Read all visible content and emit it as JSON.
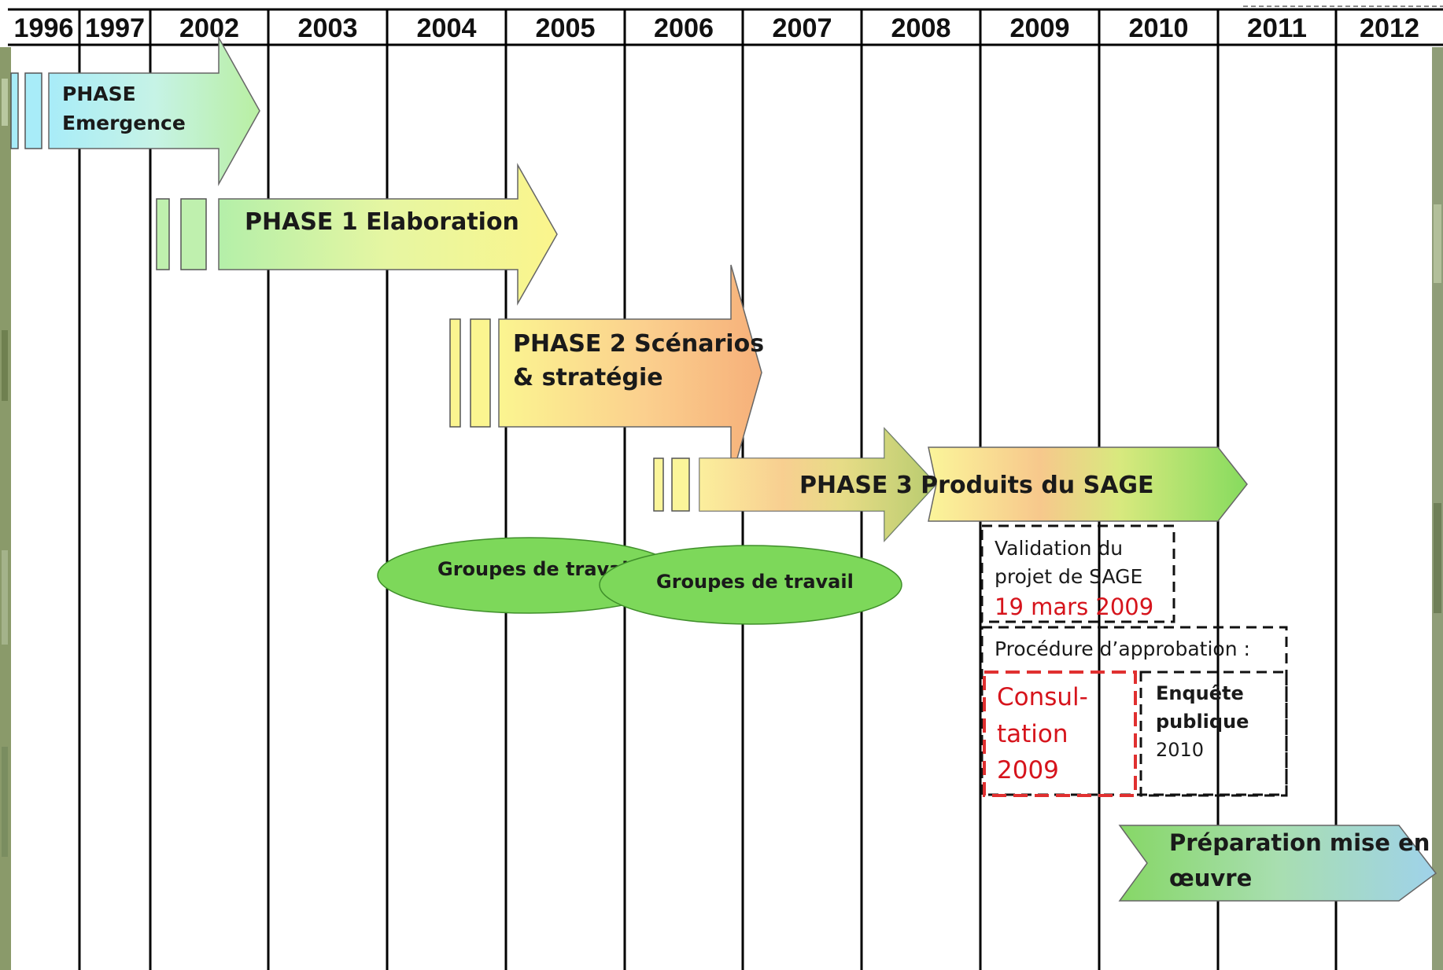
{
  "years": [
    "1996",
    "1997",
    "2002",
    "2003",
    "2004",
    "2005",
    "2006",
    "2007",
    "2008",
    "2009",
    "2010",
    "2011",
    "2012"
  ],
  "phases": {
    "emergence": {
      "line1": "PHASE",
      "line2": "Emergence"
    },
    "elaboration": {
      "label": "PHASE 1 Elaboration"
    },
    "scenarios": {
      "line1": "PHASE 2 Scénarios",
      "line2": "& stratégie"
    },
    "produits": {
      "label": "PHASE 3 Produits du SAGE"
    }
  },
  "workgroups": [
    "Groupes de travail",
    "Groupes de travail"
  ],
  "validation": {
    "line1": "Validation du",
    "line2": "projet de SAGE",
    "date": "19 mars 2009"
  },
  "approbation": {
    "title": "Procédure d’approbation :"
  },
  "consultation": {
    "line1": "Consul-",
    "line2": "tation",
    "line3": "2009"
  },
  "enquete": {
    "line1": "Enquête",
    "line2": "publique",
    "line3": "2010"
  },
  "mise_en_oeuvre": {
    "line1": "Préparation mise en",
    "line2": "œuvre"
  },
  "colors": {
    "grid": "#000000",
    "accent_red": "#d6141c",
    "ellipse_fill": "#7dd85a",
    "ellipse_stroke": "#3f8f2a"
  }
}
